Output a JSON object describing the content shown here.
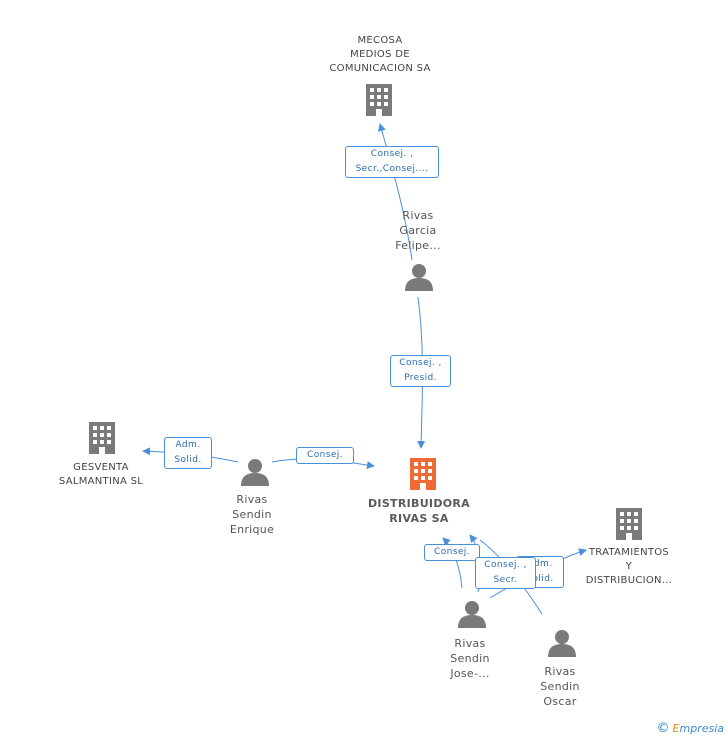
{
  "nodes": {
    "mecosa": {
      "label": "MECOSA\nMEDIOS DE\nCOMUNICACION SA",
      "icon": "building-icon"
    },
    "rivas_garcia": {
      "label": "Rivas\nGarcia\nFelipe...",
      "icon": "person-icon"
    },
    "distribuidora": {
      "label": "DISTRIBUIDORA\nRIVAS SA",
      "icon": "building-icon"
    },
    "gesventa": {
      "label": "GESVENTA\nSALMANTINA SL",
      "icon": "building-icon"
    },
    "rivas_enrique": {
      "label": "Rivas\nSendin\nEnrique",
      "icon": "person-icon"
    },
    "tratamientos": {
      "label": "TRATAMIENTOS\nY\nDISTRIBUCION...",
      "icon": "building-icon"
    },
    "rivas_jose": {
      "label": "Rivas\nSendin\nJose-...",
      "icon": "person-icon"
    },
    "rivas_oscar": {
      "label": "Rivas\nSendin\nOscar",
      "icon": "person-icon"
    }
  },
  "edges": {
    "e1": "Consej. ,\nSecr.,Consej....",
    "e2": "Consej. ,\nPresid.",
    "e3": "Consej.",
    "e4": "Adm.\nSolid.",
    "e5": "Consej.",
    "e6": "Consej. ,\nSecr.",
    "e7": "Adm.\nSolid."
  },
  "colors": {
    "main": "#f06a35",
    "node": "#7a7a7a",
    "edge": "#4a90d9"
  },
  "footer": {
    "copyright": "©",
    "brand_first": "E",
    "brand_rest": "mpresia"
  }
}
